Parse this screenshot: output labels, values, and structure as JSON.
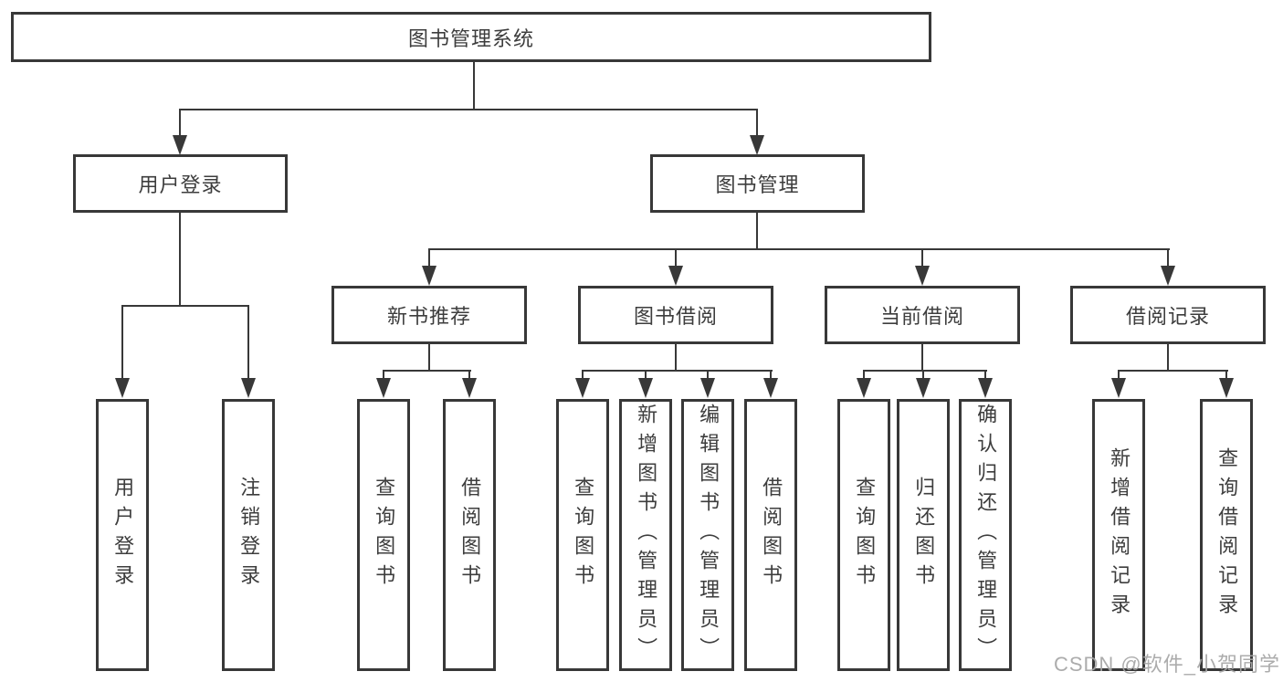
{
  "diagram": {
    "title": "图书管理系统",
    "branches": [
      {
        "label": "用户登录",
        "children": [
          "用户登录",
          "注销登录"
        ]
      },
      {
        "label": "图书管理",
        "groups": [
          {
            "label": "新书推荐",
            "children": [
              "查询图书",
              "借阅图书"
            ]
          },
          {
            "label": "图书借阅",
            "children": [
              "查询图书",
              "新增图书（管理员）",
              "编辑图书（管理员）",
              "借阅图书"
            ]
          },
          {
            "label": "当前借阅",
            "children": [
              "查询图书",
              "归还图书",
              "确认归还（管理员）"
            ]
          },
          {
            "label": "借阅记录",
            "children": [
              "新增借阅记录",
              "查询借阅记录"
            ]
          }
        ]
      }
    ]
  },
  "colors": {
    "line": "#383838",
    "text": "#3d3d3d",
    "watermark": "#a5a5a5"
  },
  "watermark": "CSDN @软件_小贺同学"
}
